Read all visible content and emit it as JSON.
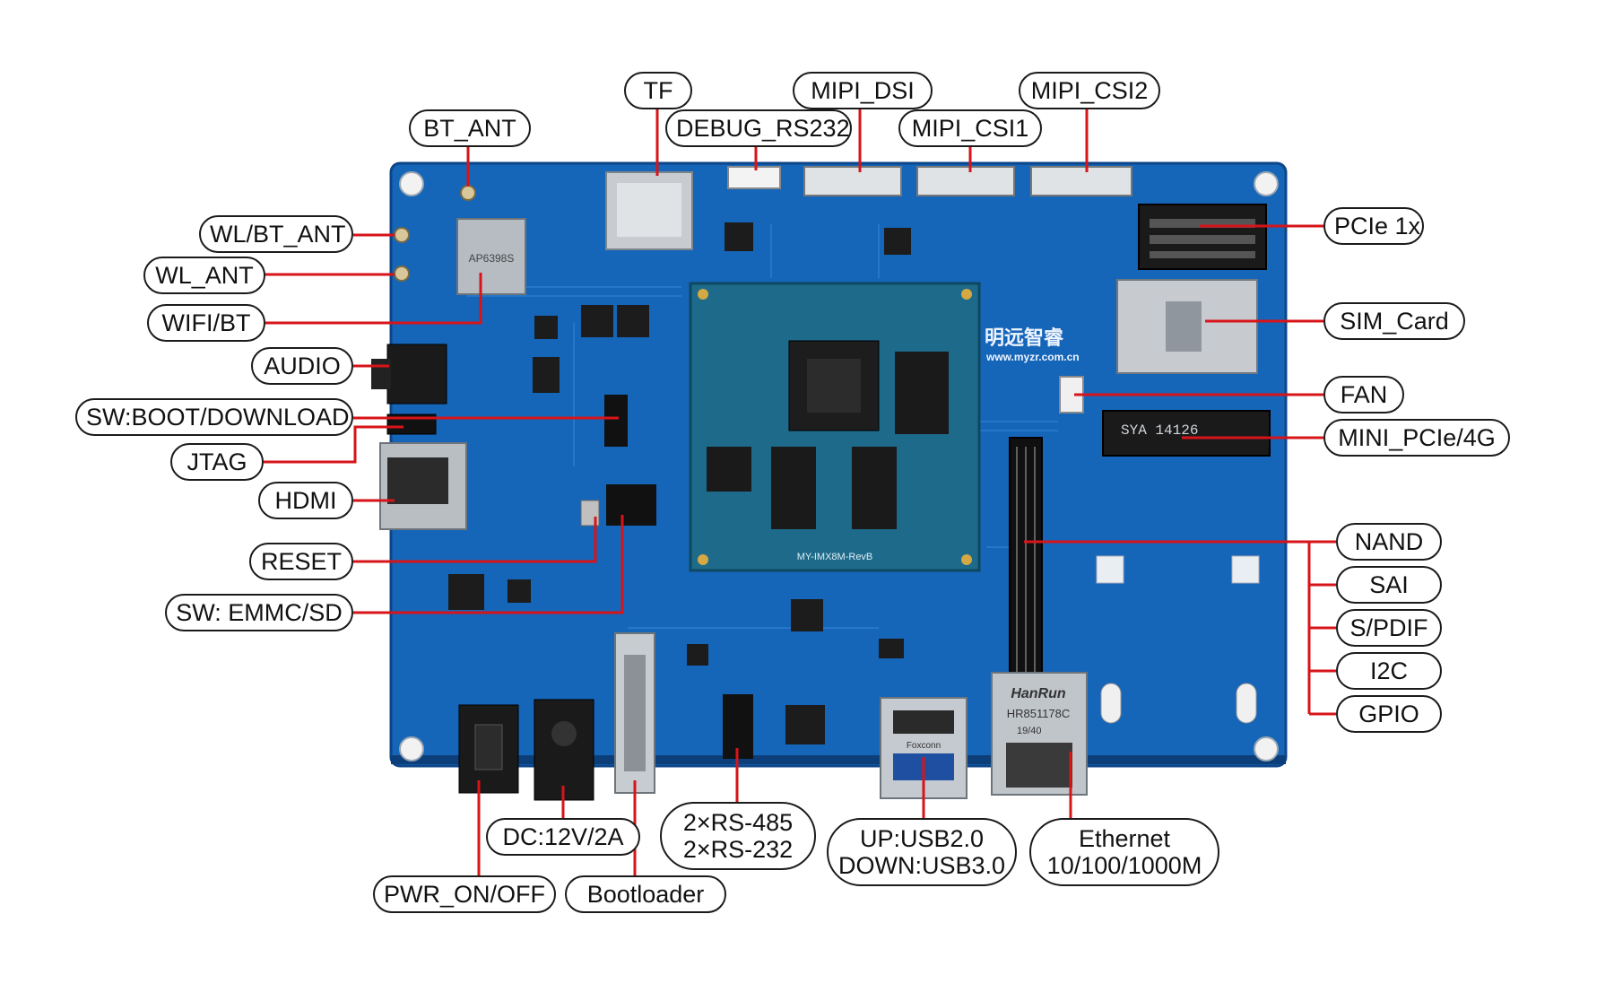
{
  "colors": {
    "pcb": "#1565b8",
    "pcb_dark": "#0f4f96",
    "leader": "#d7141a",
    "som": "#1d6a8a",
    "pill_border": "#1b1b1b"
  },
  "board": {
    "brand": "明远智睿",
    "website": "www.myzr.com.cn",
    "som_label": "MY-IMX8M-RevB",
    "wifi_module_marking": "AP6398S",
    "ethernet_jack_brand": "HanRun",
    "ethernet_jack_model": "HR851178C",
    "ethernet_jack_date": "19/40",
    "mini_pcie_marking": "SYA 14126",
    "usb_brand": "Foxconn"
  },
  "callouts": {
    "tf": "TF",
    "mipi_dsi": "MIPI_DSI",
    "mipi_csi2": "MIPI_CSI2",
    "bt_ant": "BT_ANT",
    "debug_rs232": "DEBUG_RS232",
    "mipi_csi1": "MIPI_CSI1",
    "wl_bt_ant": "WL/BT_ANT",
    "wl_ant": "WL_ANT",
    "wifi_bt": "WIFI/BT",
    "audio": "AUDIO",
    "sw_boot": "SW:BOOT/DOWNLOAD",
    "jtag": "JTAG",
    "hdmi": "HDMI",
    "reset": "RESET",
    "sw_emmc": "SW: EMMC/SD",
    "pcie": "PCIe 1x",
    "sim": "SIM_Card",
    "fan": "FAN",
    "mini_pcie": "MINI_PCIe/4G",
    "nand": "NAND",
    "sai": "SAI",
    "spdif": "S/PDIF",
    "i2c": "I2C",
    "gpio": "GPIO",
    "dc": "DC:12V/2A",
    "pwr": "PWR_ON/OFF",
    "bootloader": "Bootloader",
    "rs_line1": "2×RS-485",
    "rs_line2": "2×RS-232",
    "usb_line1": "UP:USB2.0",
    "usb_line2": "DOWN:USB3.0",
    "eth_line1": "Ethernet",
    "eth_line2": "10/100/1000M"
  }
}
